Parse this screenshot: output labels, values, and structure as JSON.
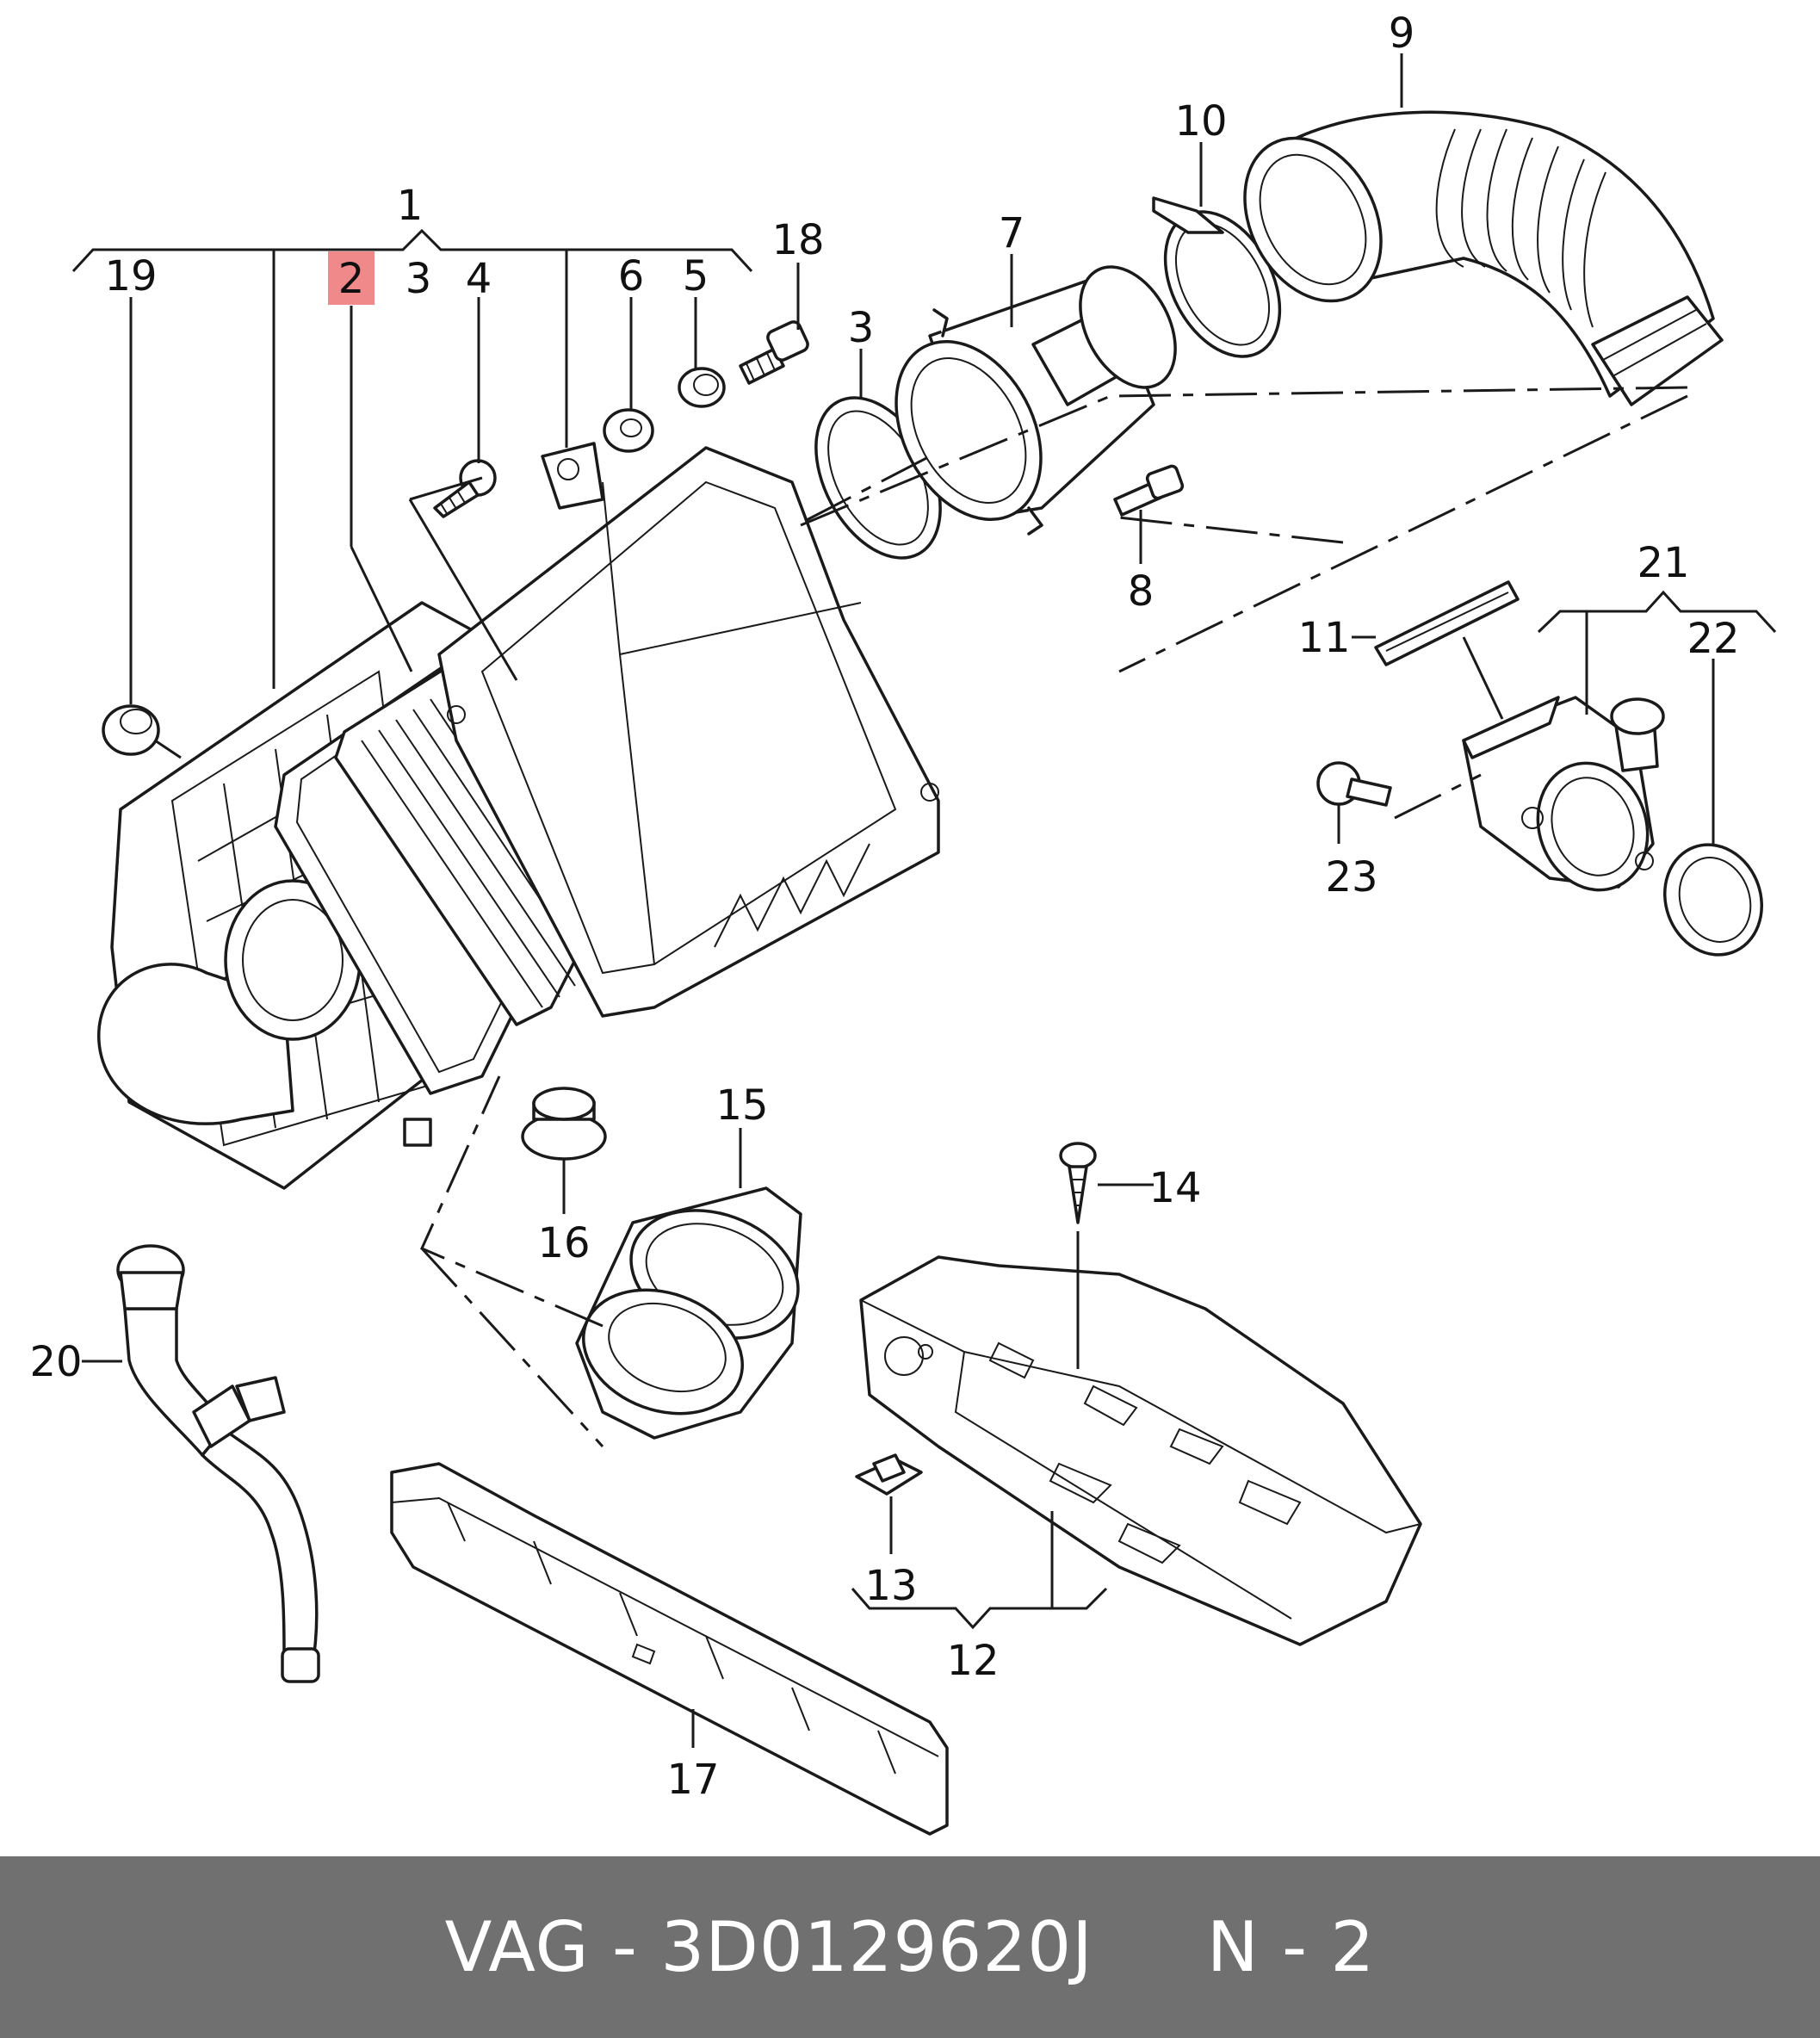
{
  "footer": {
    "text": "VAG - 3D0129620J     N - 2"
  },
  "highlight_color": "#f08a8a",
  "footer_color": "#707070",
  "callouts": [
    {
      "id": "1",
      "text": "1"
    },
    {
      "id": "2",
      "text": "2",
      "highlighted": true
    },
    {
      "id": "3a",
      "text": "3"
    },
    {
      "id": "4",
      "text": "4"
    },
    {
      "id": "6",
      "text": "6"
    },
    {
      "id": "5",
      "text": "5"
    },
    {
      "id": "18",
      "text": "18"
    },
    {
      "id": "3b",
      "text": "3"
    },
    {
      "id": "7",
      "text": "7"
    },
    {
      "id": "10",
      "text": "10"
    },
    {
      "id": "9",
      "text": "9"
    },
    {
      "id": "19",
      "text": "19"
    },
    {
      "id": "8",
      "text": "8"
    },
    {
      "id": "21",
      "text": "21"
    },
    {
      "id": "11",
      "text": "11"
    },
    {
      "id": "22",
      "text": "22"
    },
    {
      "id": "23",
      "text": "23"
    },
    {
      "id": "15",
      "text": "15"
    },
    {
      "id": "16",
      "text": "16"
    },
    {
      "id": "14",
      "text": "14"
    },
    {
      "id": "20",
      "text": "20"
    },
    {
      "id": "13",
      "text": "13"
    },
    {
      "id": "12",
      "text": "12"
    },
    {
      "id": "17",
      "text": "17"
    }
  ]
}
